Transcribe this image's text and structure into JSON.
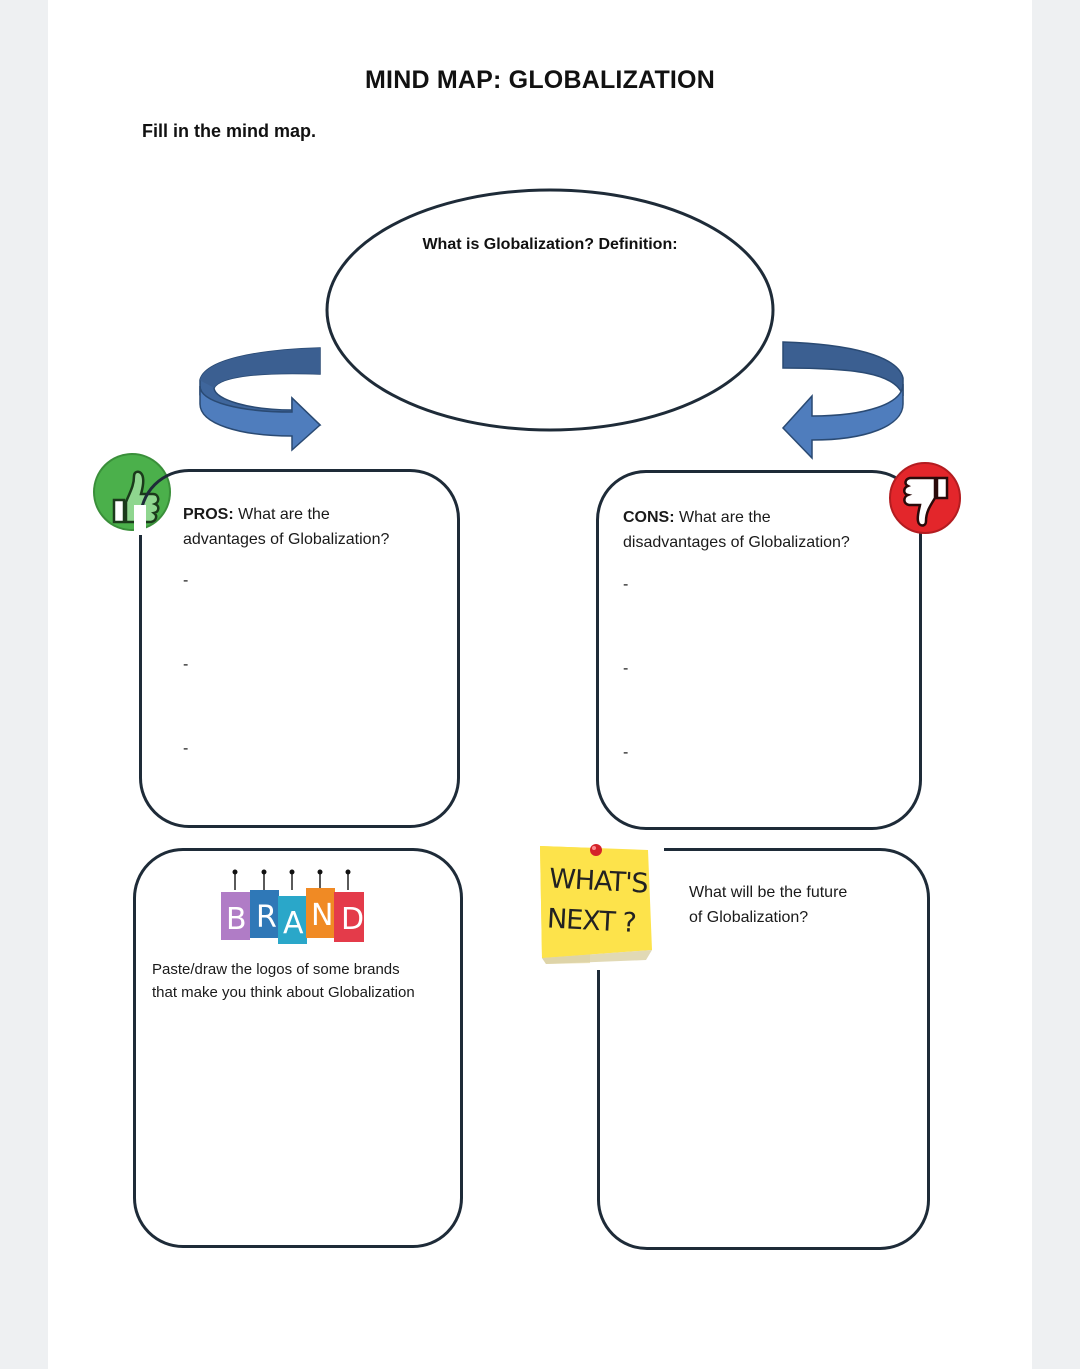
{
  "title": "MIND MAP: GLOBALIZATION",
  "instruction": "Fill in the mind map.",
  "definition": {
    "label": "What is Globalization? Definition:"
  },
  "pros": {
    "heading_bold": "PROS:",
    "heading_line1": " What are the",
    "heading_line2": "advantages of Globalization?",
    "bullets": [
      "-",
      "-",
      "-"
    ]
  },
  "cons": {
    "heading_bold": "CONS:",
    "heading_line1": " What are the",
    "heading_line2": "disadvantages of Globalization?",
    "bullets": [
      "-",
      "-",
      "-"
    ]
  },
  "brands": {
    "brand_letters": [
      "B",
      "R",
      "A",
      "N",
      "D"
    ],
    "prompt_line1": "Paste/draw the logos of some brands",
    "prompt_line2": "that make you think about Globalization"
  },
  "future": {
    "note_line1": "WHAT'S",
    "note_line2": "NEXT ?",
    "prompt_line1": "What will be the future",
    "prompt_line2": "of Globalization?"
  },
  "colors": {
    "arrow_fill": "#4f7dbd",
    "arrow_dark": "#3a5f91",
    "outline": "#1e2b38",
    "thumb_up_bg": "#4bb04b",
    "thumb_down_bg": "#e3262b",
    "sticky_note": "#fde34b"
  },
  "icons": [
    "thumbs-up-icon",
    "thumbs-down-icon",
    "brand-tags-image",
    "sticky-note-image"
  ]
}
